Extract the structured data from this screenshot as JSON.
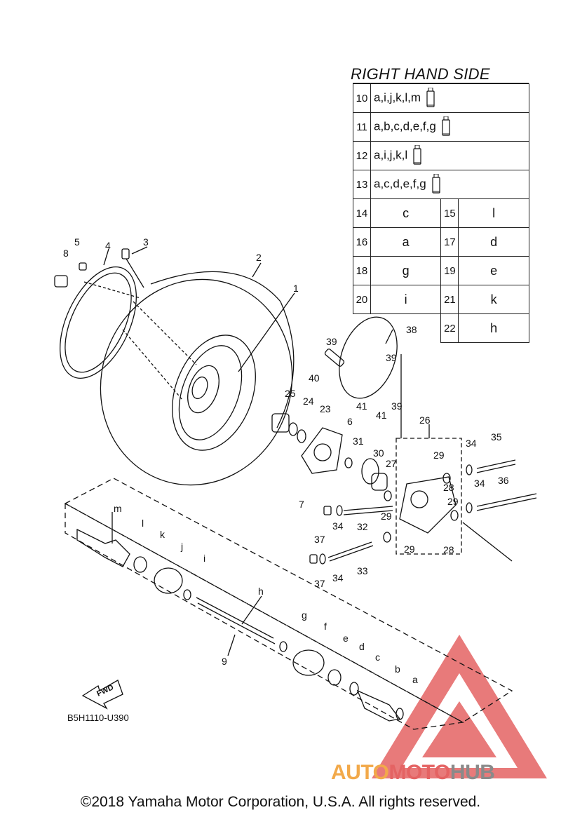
{
  "table": {
    "title": "RIGHT HAND SIDE",
    "rows": [
      {
        "num": "10",
        "value": "a,i,j,k,l,m"
      },
      {
        "num": "11",
        "value": "a,b,c,d,e,f,g"
      },
      {
        "num": "12",
        "value": "a,i,j,k,l"
      },
      {
        "num": "13",
        "value": "a,c,d,e,f,g"
      }
    ],
    "grid": [
      {
        "n1": "14",
        "v1": "c",
        "n2": "15",
        "v2": "l"
      },
      {
        "n1": "16",
        "v1": "a",
        "n2": "17",
        "v2": "d"
      },
      {
        "n1": "18",
        "v1": "g",
        "n2": "19",
        "v2": "e"
      },
      {
        "n1": "20",
        "v1": "i",
        "n2": "21",
        "v2": "k"
      },
      {
        "n1": "",
        "v1": "",
        "n2": "22",
        "v2": "h"
      }
    ]
  },
  "callouts": {
    "c1": "1",
    "c2": "2",
    "c3": "3",
    "c4": "4",
    "c5": "5",
    "c6": "6",
    "c7": "7",
    "c8": "8",
    "c9": "9",
    "c23": "23",
    "c24": "24",
    "c25": "25",
    "c26": "26",
    "c27": "27",
    "c28a": "28",
    "c28b": "28",
    "c29a": "29",
    "c29b": "29",
    "c29c": "29",
    "c29d": "29",
    "c30": "30",
    "c31": "31",
    "c32": "32",
    "c33": "33",
    "c34a": "34",
    "c34b": "34",
    "c34c": "34",
    "c34d": "34",
    "c35": "35",
    "c36": "36",
    "c37a": "37",
    "c37b": "37",
    "c38": "38",
    "c39a": "39",
    "c39b": "39",
    "c39c": "39",
    "c40": "40",
    "c41a": "41",
    "c41b": "41",
    "la": "a",
    "lb": "b",
    "lc": "c",
    "ld": "d",
    "le": "e",
    "lf": "f",
    "lg": "g",
    "lh": "h",
    "li": "i",
    "lj": "j",
    "lk": "k",
    "ll": "l",
    "lm": "m"
  },
  "fwd_label": "FWD",
  "diagram_code": "B5H1110-U390",
  "copyright": "©2018 Yamaha Motor Corporation, U.S.A. All rights reserved.",
  "watermark": {
    "part1": "AUTO",
    "part2": "MOTO",
    "part3": "HUB"
  },
  "colors": {
    "line": "#111111",
    "watermark_red": "#e46363",
    "watermark_orange": "#f2a94a",
    "watermark_gray": "#8a8a8a"
  }
}
